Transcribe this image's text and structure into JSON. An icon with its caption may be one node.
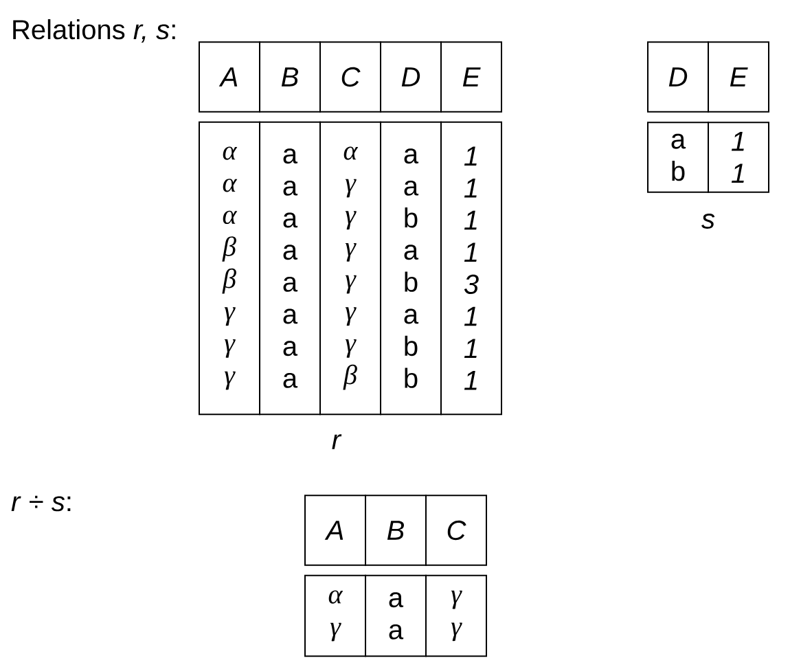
{
  "diagram": {
    "nodes": [
      {
        "text": [
          "A"
        ]
      },
      {
        "text": [
          "B"
        ]
      },
      {
        "text": [
          "C"
        ]
      },
      {
        "text": [
          "D"
        ]
      },
      {
        "text": [
          "E"
        ]
      },
      {
        "text": [
          "D"
        ]
      },
      {
        "text": [
          "E"
        ]
      },
      {
        "text": [
          "α",
          "α",
          "α",
          "β",
          "β",
          "γ",
          "γ",
          "γ"
        ]
      },
      {
        "text": [
          "a",
          "a",
          "a",
          "a",
          "a",
          "a",
          "a",
          "a"
        ]
      },
      {
        "text": [
          "α",
          "γ",
          "γ",
          "γ",
          "γ",
          "γ",
          "γ",
          "β"
        ]
      },
      {
        "text": [
          "a",
          "a",
          "b",
          "a",
          "b",
          "a",
          "b",
          "b"
        ]
      },
      {
        "text": [
          "1",
          "1",
          "1",
          "1",
          "3",
          "1",
          "1",
          "1"
        ]
      },
      {
        "text": [
          "a",
          "b"
        ]
      },
      {
        "text": [
          "1",
          "1"
        ]
      },
      {
        "text": [
          "A"
        ]
      },
      {
        "text": [
          "B"
        ]
      },
      {
        "text": [
          "C"
        ]
      },
      {
        "text": [
          "α",
          "γ"
        ]
      },
      {
        "text": [
          "a",
          "a"
        ]
      },
      {
        "text": [
          "γ",
          "γ"
        ]
      }
    ],
    "labels": [
      "Relations *r, s*:",
      "*s*",
      "*r*",
      "*r* ÷ *s*:"
    ]
  }
}
